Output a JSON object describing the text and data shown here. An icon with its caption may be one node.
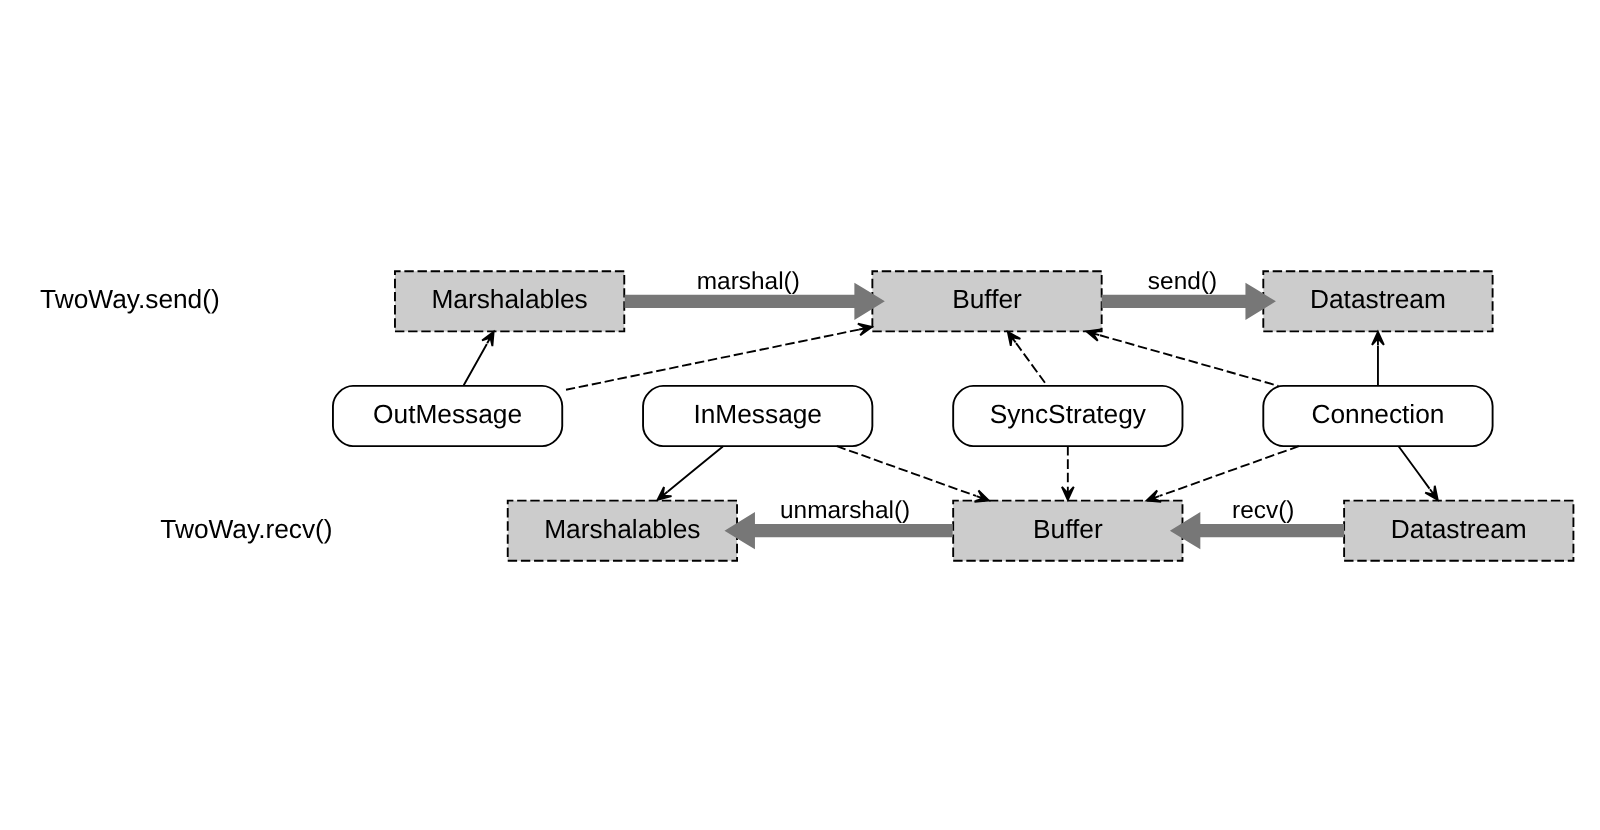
{
  "diagram": {
    "nodes": [
      {
        "text": [
          "Marshalables"
        ]
      },
      {
        "text": [
          "Buffer"
        ]
      },
      {
        "text": [
          "Datastream"
        ]
      },
      {
        "text": [
          "OutMessage"
        ]
      },
      {
        "text": [
          "SyncStrategy"
        ]
      },
      {
        "text": [
          "Connection"
        ]
      },
      {
        "text": [
          "InMessage"
        ]
      },
      {
        "text": [
          "Marshalables"
        ]
      },
      {
        "text": [
          "Buffer"
        ]
      },
      {
        "text": [
          "Datastream"
        ]
      }
    ],
    "edges": [
      {
        "from": 0,
        "to": 1,
        "arrow": "to",
        "label": "marshal()",
        "style": "thick",
        "color": "#777777"
      },
      {
        "from": 1,
        "to": 2,
        "arrow": "to",
        "label": "send()",
        "style": "thick",
        "color": "#777777"
      },
      {
        "from": 3,
        "to": 0,
        "arrow": "to"
      },
      {
        "from": 3,
        "to": 1,
        "arrow": "to",
        "style": "dashed"
      },
      {
        "from": 4,
        "to": 1,
        "arrow": "to",
        "style": "dashed"
      },
      {
        "from": 5,
        "to": 1,
        "arrow": "to",
        "style": "dashed"
      },
      {
        "from": 5,
        "to": 2,
        "arrow": "to"
      },
      {
        "from": 4,
        "to": 8,
        "arrow": "to",
        "style": "dashed"
      },
      {
        "from": 5,
        "to": 8,
        "arrow": "to",
        "style": "dashed"
      },
      {
        "from": 5,
        "to": 9,
        "arrow": "to"
      },
      {
        "from": 6,
        "to": 7,
        "arrow": "to"
      },
      {
        "from": 6,
        "to": 8,
        "arrow": "to",
        "style": "dashed"
      },
      {
        "from": 9,
        "to": 8,
        "arrow": "to",
        "label": "recv()",
        "style": "thick",
        "color": "#777777"
      },
      {
        "from": 8,
        "to": 7,
        "arrow": "to",
        "label": "unmarshal()",
        "style": "thick",
        "color": "#777777"
      }
    ],
    "labels": [
      "TwoWay.send()",
      "TwoWay.recv()"
    ]
  }
}
